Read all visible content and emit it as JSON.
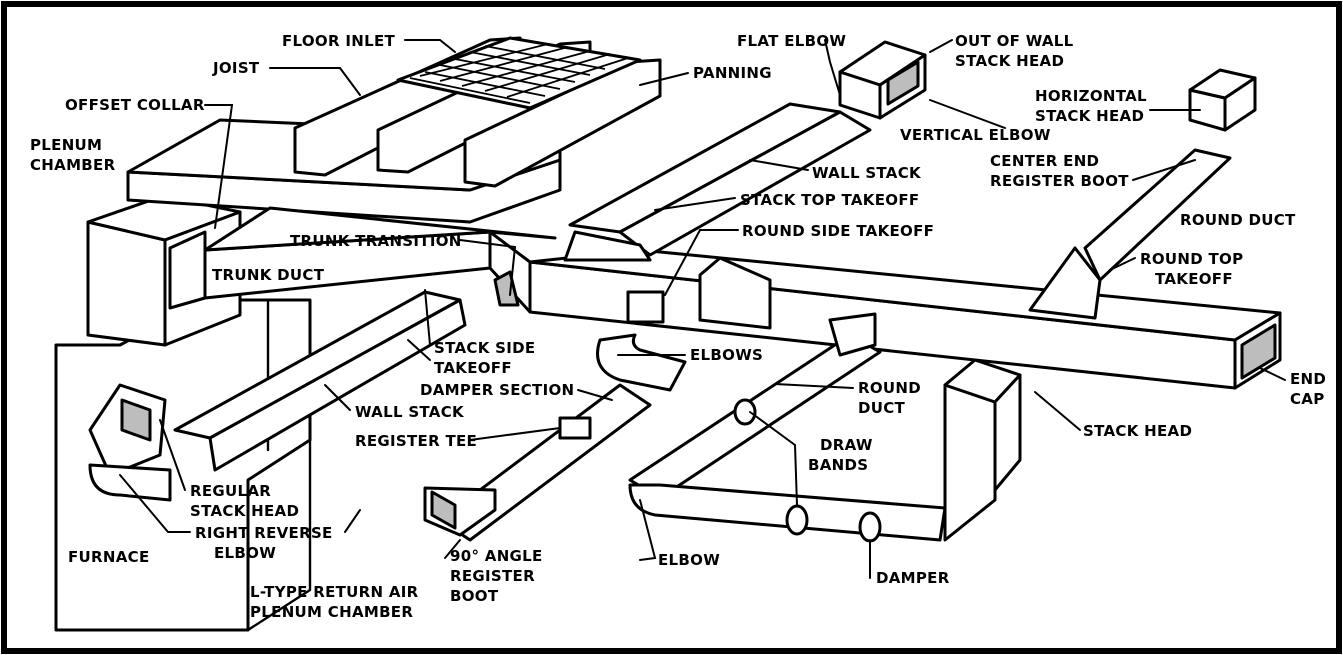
{
  "labels": {
    "floor_inlet": "FLOOR INLET",
    "joist": "JOIST",
    "panning": "PANNING",
    "offset_collar": "OFFSET COLLAR",
    "plenum_chamber_1": "PLENUM",
    "plenum_chamber_2": "CHAMBER",
    "flat_elbow": "FLAT ELBOW",
    "out_of_wall_1": "OUT OF WALL",
    "out_of_wall_2": "STACK HEAD",
    "vertical_elbow": "VERTICAL ELBOW",
    "horizontal_stack_head_1": "HORIZONTAL",
    "horizontal_stack_head_2": "STACK HEAD",
    "center_end_register_boot_1": "CENTER END",
    "center_end_register_boot_2": "REGISTER BOOT",
    "wall_stack_upper": "WALL STACK",
    "stack_top_takeoff": "STACK TOP TAKEOFF",
    "round_duct_upper": "ROUND DUCT",
    "trunk_transition": "TRUNK TRANSITION",
    "round_side_takeoff": "ROUND SIDE TAKEOFF",
    "round_top_takeoff_1": "ROUND TOP",
    "round_top_takeoff_2": "TAKEOFF",
    "trunk_duct": "TRUNK DUCT",
    "stack_side_takeoff_1": "STACK SIDE",
    "stack_side_takeoff_2": "TAKEOFF",
    "elbows": "ELBOWS",
    "round_duct_lower_1": "ROUND",
    "round_duct_lower_2": "DUCT",
    "end_cap_1": "END",
    "end_cap_2": "CAP",
    "damper_section": "DAMPER SECTION",
    "wall_stack_lower": "WALL STACK",
    "stack_head": "STACK HEAD",
    "register_tee": "REGISTER TEE",
    "draw_bands_1": "DRAW",
    "draw_bands_2": "BANDS",
    "regular_stack_head_1": "REGULAR",
    "regular_stack_head_2": "STACK HEAD",
    "right_reverse_elbow_1": "RIGHT REVERSE",
    "right_reverse_elbow_2": "ELBOW",
    "furnace": "FURNACE",
    "l_type_1": "L-TYPE RETURN AIR",
    "l_type_2": "PLENUM CHAMBER",
    "angle_boot_1": "90° ANGLE",
    "angle_boot_2": "REGISTER",
    "angle_boot_3": "BOOT",
    "elbow": "ELBOW",
    "damper": "DAMPER"
  }
}
